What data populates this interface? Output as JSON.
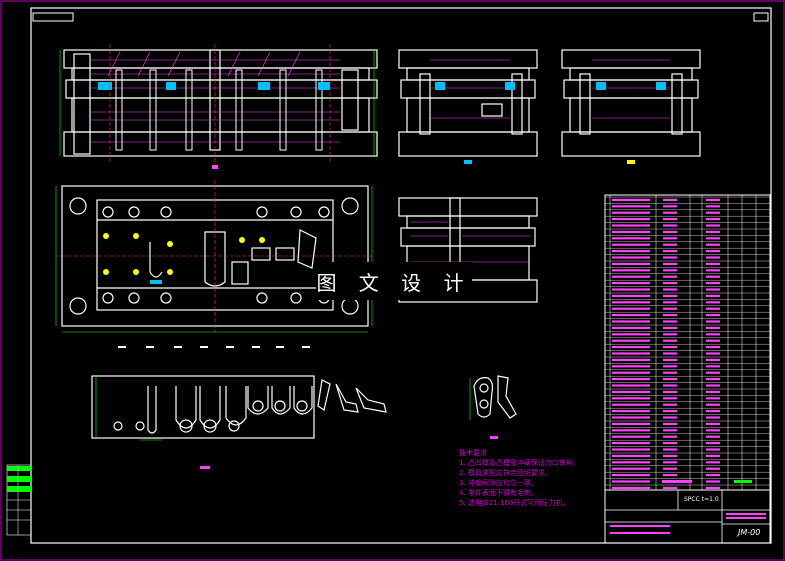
{
  "watermark": "图 文 设 计",
  "notes": {
    "title": "技术要求",
    "items": [
      "1. 凸凹模及凸模需淬硬保证刃口锋利。",
      "2. 模具装配应符合图纸要求。",
      "3. 冲裁间隙应均匀一致。",
      "4. 零件表面不得有毛刺。",
      "5. 选用JB21-160开式可倾压力机。"
    ]
  },
  "title_block": {
    "scale": "SPCC  t=1.0",
    "drawing_no": "JM-00"
  },
  "colors": {
    "frame": "#c000c0",
    "outline": "#ffffff",
    "hatch": "#ff40ff",
    "center": "#ff3030",
    "dim": "#00ff00",
    "fill_blue": "#00c0ff",
    "highlight": "#ffff00",
    "block": "#00ff00"
  }
}
